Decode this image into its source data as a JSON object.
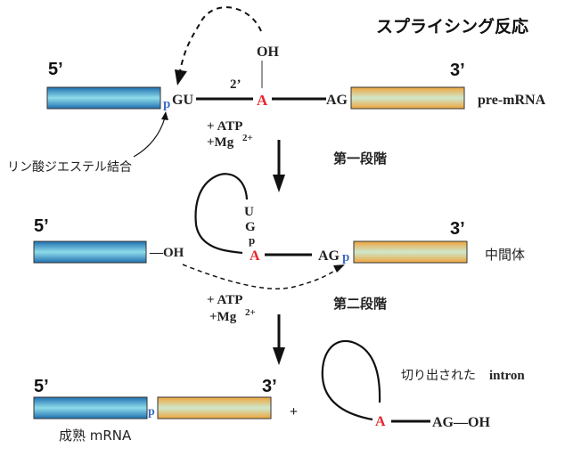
{
  "title": "スプライシング反応",
  "colors": {
    "exon1": "#3aa6d0",
    "exon2": "#f0b050",
    "branch_A": "#e8262a",
    "phosphate": "#3b6cc4",
    "text": "#222222"
  },
  "row1": {
    "five_prime": "5’",
    "three_prime": "3’",
    "p": "p",
    "gu": "GU",
    "two_prime": "2’",
    "oh": "OH",
    "a": "A",
    "ag": "AG",
    "label": "pre-mRNA",
    "bond_label": "リン酸ジエステル結合"
  },
  "step1": {
    "atp": "+ ATP",
    "mg": "+Mg",
    "mg_sup": "2+",
    "label": "第一段階"
  },
  "row2": {
    "five_prime": "5’",
    "three_prime": "3’",
    "oh": "—OH",
    "u": "U",
    "g": "G",
    "p_lariat": "p",
    "a": "A",
    "ag": "AG",
    "p": "p",
    "label": "中間体"
  },
  "step2": {
    "atp": "+ ATP",
    "mg": "+Mg",
    "mg_sup": "2+",
    "label": "第二段階"
  },
  "row3": {
    "five_prime": "5’",
    "three_prime": "3’",
    "p": "p",
    "label": "成熟 mRNA",
    "plus": "+",
    "a": "A",
    "ag_oh": "AG—OH",
    "intron_label_jp": "切り出された",
    "intron_label_en": "intron"
  }
}
